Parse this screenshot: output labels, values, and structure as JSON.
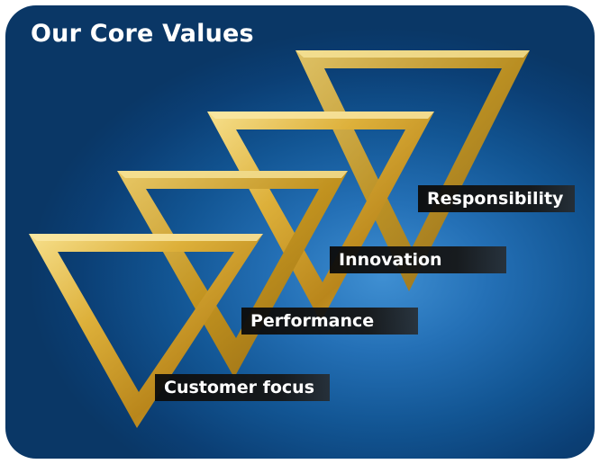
{
  "title": "Our Core Values",
  "values": [
    {
      "label": "Responsibility"
    },
    {
      "label": "Innovation"
    },
    {
      "label": "Performance"
    },
    {
      "label": "Customer focus"
    }
  ],
  "colors": {
    "background": "#125593",
    "gold": "#d4a626",
    "label_bg": "#141414",
    "text": "#ffffff"
  }
}
